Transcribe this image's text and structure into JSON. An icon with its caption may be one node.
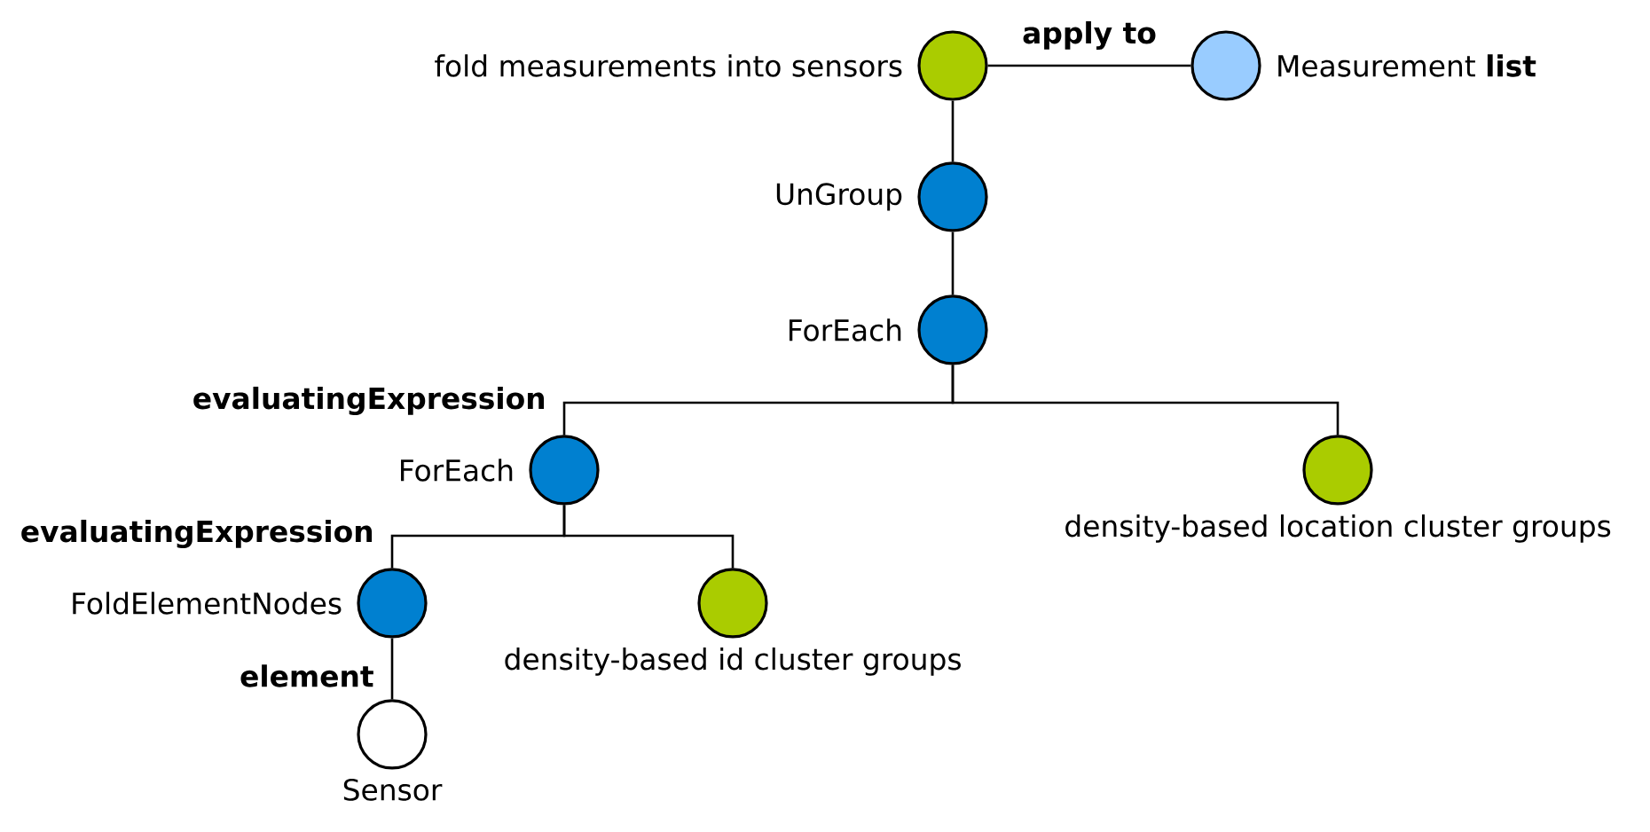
{
  "diagram": {
    "nodes": [
      {
        "text": [
          "fold measurements into sensors"
        ]
      },
      {
        "text": [
          "Measurement **list**"
        ]
      },
      {
        "text": [
          "UnGroup"
        ]
      },
      {
        "text": [
          "ForEach"
        ]
      },
      {
        "text": [
          "ForEach"
        ]
      },
      {
        "text": [
          "density-based location cluster groups"
        ]
      },
      {
        "text": [
          "FoldElementNodes"
        ]
      },
      {
        "text": [
          "density-based id cluster groups"
        ]
      },
      {
        "text": [
          "Sensor"
        ]
      }
    ],
    "edges": [
      {
        "from": 0,
        "to": 1,
        "arrow": "none",
        "label": "apply to"
      },
      {
        "from": 0,
        "to": 2,
        "arrow": "none"
      },
      {
        "from": 2,
        "to": 3,
        "arrow": "none"
      },
      {
        "from": 3,
        "to": 4,
        "arrow": "none",
        "label": "evaluatingExpression"
      },
      {
        "from": 3,
        "to": 5,
        "arrow": "none"
      },
      {
        "from": 4,
        "to": 6,
        "arrow": "none",
        "label": "evaluatingExpression"
      },
      {
        "from": 4,
        "to": 7,
        "arrow": "none"
      },
      {
        "from": 6,
        "to": 8,
        "arrow": "none",
        "label": "element"
      }
    ]
  }
}
